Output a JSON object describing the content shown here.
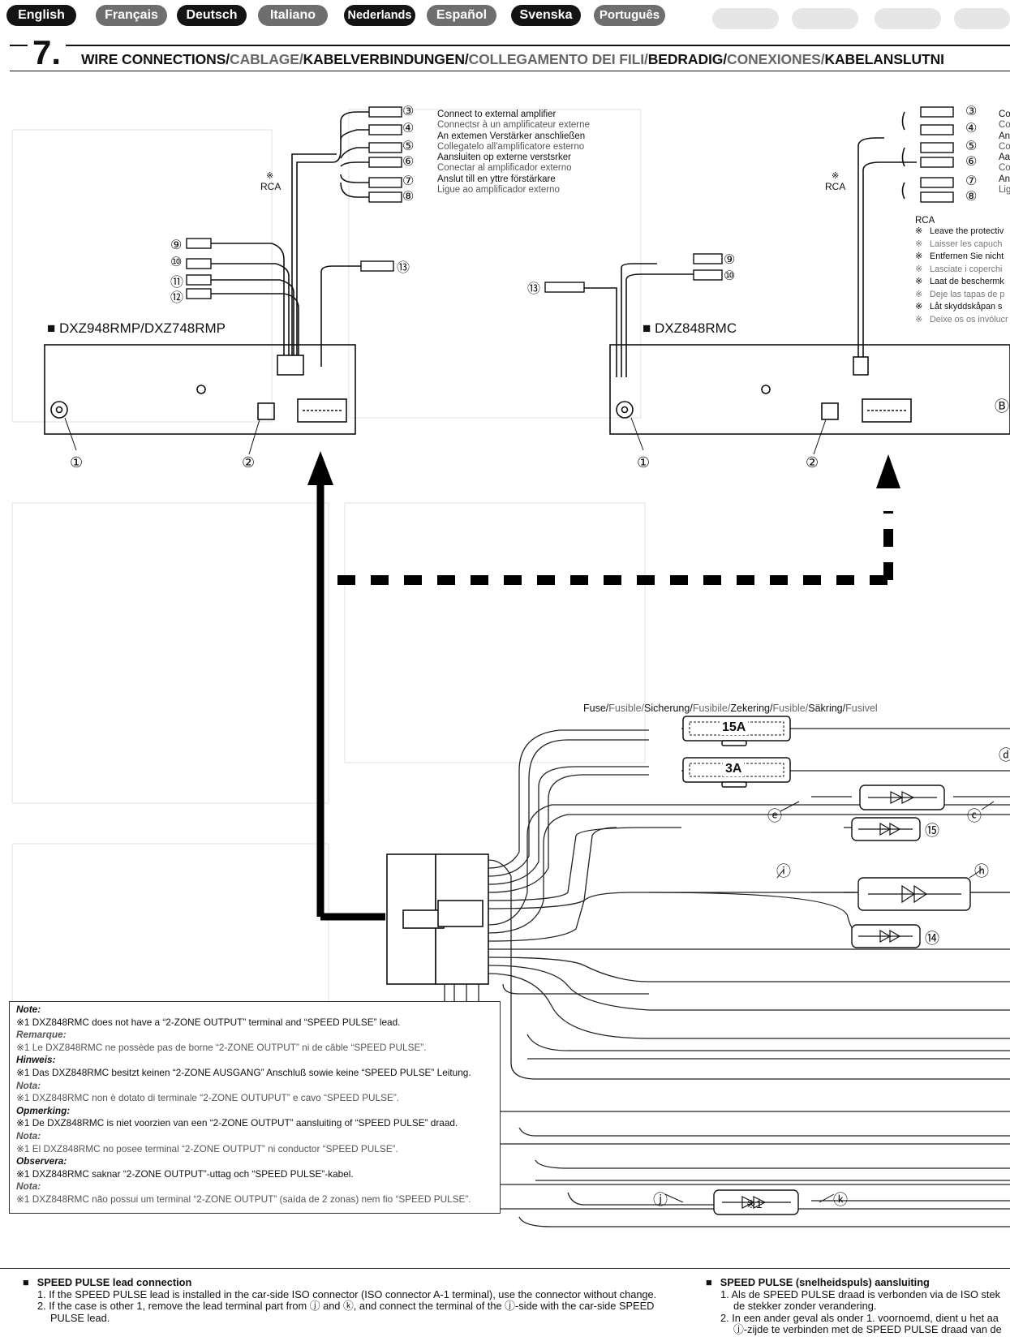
{
  "language_tabs": [
    {
      "label": "English",
      "style": "dark"
    },
    {
      "label": "Français",
      "style": "grey"
    },
    {
      "label": "Deutsch",
      "style": "dark"
    },
    {
      "label": "Italiano",
      "style": "grey"
    },
    {
      "label": "Nederlands",
      "style": "dark"
    },
    {
      "label": "Español",
      "style": "grey"
    },
    {
      "label": "Svenska",
      "style": "dark"
    },
    {
      "label": "Português",
      "style": "grey"
    }
  ],
  "section": {
    "number": "7.",
    "title_parts": [
      {
        "text": "WIRE CONNECTIONS/",
        "grey": false
      },
      {
        "text": "CABLAGE/",
        "grey": true
      },
      {
        "text": "KABELVERBINDUNGEN/",
        "grey": false
      },
      {
        "text": "COLLEGAMENTO DEI FILI/",
        "grey": true
      },
      {
        "text": "BEDRADIG/",
        "grey": false
      },
      {
        "text": "CONEXIONES/",
        "grey": true
      },
      {
        "text": "KABELANSLUTNI",
        "grey": false
      }
    ]
  },
  "amplifier_labels": [
    "Connect to external amplifier",
    "Connectsr à un amplificateur externe",
    "An extemen Verstärker anschließen",
    "Collegatelo all'amplificatore esterno",
    "Aansluiten op externe verstsrker",
    "Conectar al amplificador externo",
    "Anslut till en yttre förstärkare",
    "Ligue ao amplificador externo"
  ],
  "amplifier_labels_right": [
    "Co",
    "Co",
    "An",
    "Co",
    "Aa",
    "Co",
    "An",
    "Lig"
  ],
  "models": {
    "left": "DXZ948RMP/DXZ748RMP",
    "right": "DXZ848RMC"
  },
  "markers": {
    "rca": "RCA",
    "rca_mark": "※",
    "n1": "①",
    "n2": "②",
    "n3": "③",
    "n4": "④",
    "n5": "⑤",
    "n6": "⑥",
    "n7": "⑦",
    "n8": "⑧",
    "n9": "⑨",
    "n10": "⑩",
    "n11": "⑪",
    "n12": "⑫",
    "n13": "⑬",
    "n14": "⑭",
    "n15": "⑮",
    "B": "Ⓑ",
    "c": "ⓒ",
    "d": "ⓓ",
    "e": "ⓔ",
    "h": "ⓗ",
    "i": "ⓘ",
    "j": "ⓙ",
    "k": "ⓚ",
    "star1": "※1"
  },
  "rca_note": {
    "heading": "RCA",
    "lines": [
      {
        "text": "Leave the protectiv",
        "dark": true
      },
      {
        "text": "Laisser les capuch",
        "dark": false
      },
      {
        "text": "Entfernen Sie nicht",
        "dark": true
      },
      {
        "text": "Lasciate i coperchi",
        "dark": false
      },
      {
        "text": "Laat de beschermk",
        "dark": true
      },
      {
        "text": "Deje las tapas de p",
        "dark": false
      },
      {
        "text": "Låt skyddskåpan s",
        "dark": true
      },
      {
        "text": "Deixe os os invólucr",
        "dark": false
      }
    ]
  },
  "fuse": {
    "title_parts": [
      {
        "text": "Fuse/",
        "grey": false
      },
      {
        "text": "Fusible/",
        "grey": true
      },
      {
        "text": "Sicherung/",
        "grey": false
      },
      {
        "text": "Fusibile/",
        "grey": true
      },
      {
        "text": "Zekering/",
        "grey": false
      },
      {
        "text": "Fusible/",
        "grey": true
      },
      {
        "text": "Säkring/",
        "grey": false
      },
      {
        "text": "Fusivel",
        "grey": true
      }
    ],
    "rating_1": "15A",
    "rating_2": "3A"
  },
  "note_box": [
    {
      "heading": "Note:",
      "text": "※1 DXZ848RMC does not have a “2-ZONE OUTPUT” terminal and “SPEED PULSE” lead.",
      "grey": false
    },
    {
      "heading": "Remarque:",
      "text": "※1 Le DXZ848RMC ne possède pas de borne “2-ZONE OUTPUT” ni de câble “SPEED PULSE”.",
      "grey": true
    },
    {
      "heading": "Hinweis:",
      "text": "※1 Das DXZ848RMC besitzt keinen “2-ZONE AUSGANG” Anschluß sowie keine “SPEED PULSE” Leitung.",
      "grey": false
    },
    {
      "heading": "Nota:",
      "text": "※1 DXZ848RMC non è dotato di terminale “2-ZONE OUTUPUT” e cavo “SPEED PULSE”.",
      "grey": true
    },
    {
      "heading": "Opmerking:",
      "text": "※1 De DXZ848RMC is niet voorzien van een “2-ZONE OUTPUT” aansluiting of “SPEED PULSE” draad.",
      "grey": false
    },
    {
      "heading": "Nota:",
      "text": "※1 El DXZ848RMC no posee terminal “2-ZONE OUTPUT” ni conductor “SPEED PULSE”.",
      "grey": true
    },
    {
      "heading": "Observera:",
      "text": "※1 DXZ848RMC saknar “2-ZONE OUTPUT”-uttag och “SPEED PULSE”-kabel.",
      "grey": false
    },
    {
      "heading": "Nota:",
      "text": "※1 DXZ848RMC não possui um terminal “2-ZONE OUTPUT” (saída de 2 zonas) nem fio “SPEED PULSE”.",
      "grey": true
    }
  ],
  "speed_pulse_en": {
    "heading": "SPEED PULSE lead connection",
    "items": [
      "1. If the SPEED PULSE lead is installed in the car-side ISO connector (ISO connector A-1 terminal), use the connector without change.",
      "2. If the case is other 1, remove the lead terminal part from ⓙ and ⓚ, and connect the terminal of the ⓙ-side with the car-side SPEED PULSE lead."
    ]
  },
  "speed_pulse_nl": {
    "heading": "SPEED PULSE (snelheidspuls) aansluiting",
    "items": [
      "1. Als de SPEED PULSE draad is verbonden via de ISO stek de stekker zonder verandering.",
      "2. In een ander geval als onder 1. voornoemd, dient u het aa ⓙ-zijde te verbinden met de SPEED PULSE draad van de"
    ]
  }
}
